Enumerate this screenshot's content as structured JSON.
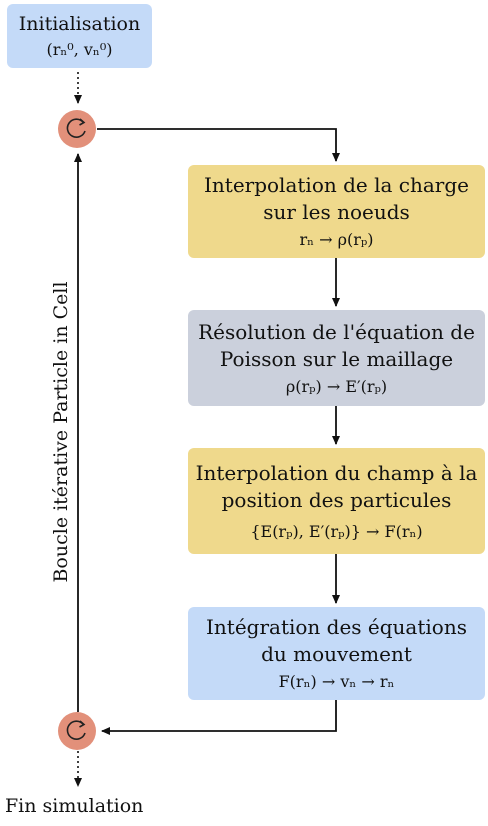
{
  "init": {
    "title": "Initialisation",
    "math": "(rₙ⁰, vₙ⁰)"
  },
  "steps": [
    {
      "line1": "Interpolation de la charge",
      "line2": "sur les noeuds",
      "math": "rₙ → ρ(rₚ)",
      "color": "#efd98c"
    },
    {
      "line1": "Résolution de l'équation de",
      "line2": "Poisson sur le maillage",
      "math": "ρ(rₚ) → E′(rₚ)",
      "color": "#cbd0dc"
    },
    {
      "line1": "Interpolation du champ à la",
      "line2": "position des particules",
      "math": "{E(rₚ), E′(rₚ)} → F(rₙ)",
      "color": "#efd98c"
    },
    {
      "line1": "Intégration des équations",
      "line2": "du mouvement",
      "math": "F(rₙ) → vₙ → rₙ",
      "color": "#c4daf8"
    }
  ],
  "loop_label": "Boucle itérative Particle in Cell",
  "end_label": "Fin simulation",
  "icons": {
    "loop_start": "cycle-icon",
    "loop_end": "cycle-icon"
  }
}
